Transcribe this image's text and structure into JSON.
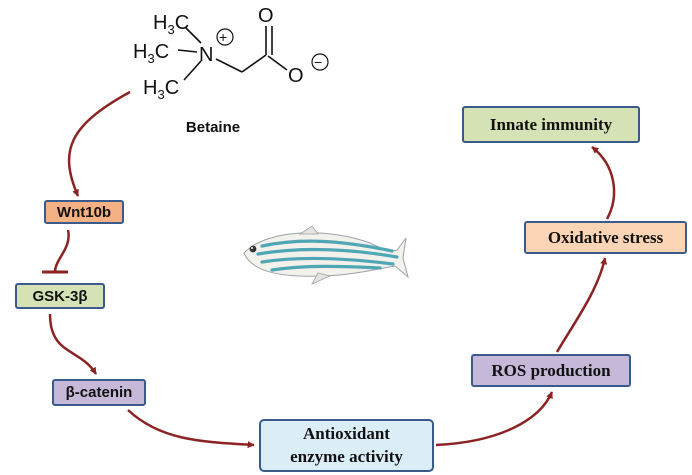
{
  "molecule": {
    "methyl_label": "H3C",
    "nitrogen": "N",
    "plus_charge": "+",
    "oxygen_double": "O",
    "oxygen_single": "O",
    "minus_charge": "−",
    "name": "Betaine"
  },
  "nodes": {
    "wnt10b": "Wnt10b",
    "gsk3b": "GSK-3β",
    "beta_catenin": "β-catenin",
    "antioxidant_line1": "Antioxidant",
    "antioxidant_line2": "enzyme activity",
    "ros": "ROS production",
    "oxidative": "Oxidative stress",
    "innate": "Innate immunity"
  },
  "colors": {
    "arrow": "#8b2323",
    "box_border": "#3b5a8c",
    "wnt_fill": "#f4b183",
    "gsk_fill": "#d4e2b6",
    "catenin_fill": "#c5b8d9",
    "antioxidant_fill": "#dbeef8",
    "ros_fill": "#c5b8d9",
    "oxidative_fill": "#fbd5b5",
    "innate_fill": "#d4e2b6",
    "fish_stripe": "#4fa7b5"
  },
  "icons": [
    "zebrafish-icon"
  ]
}
